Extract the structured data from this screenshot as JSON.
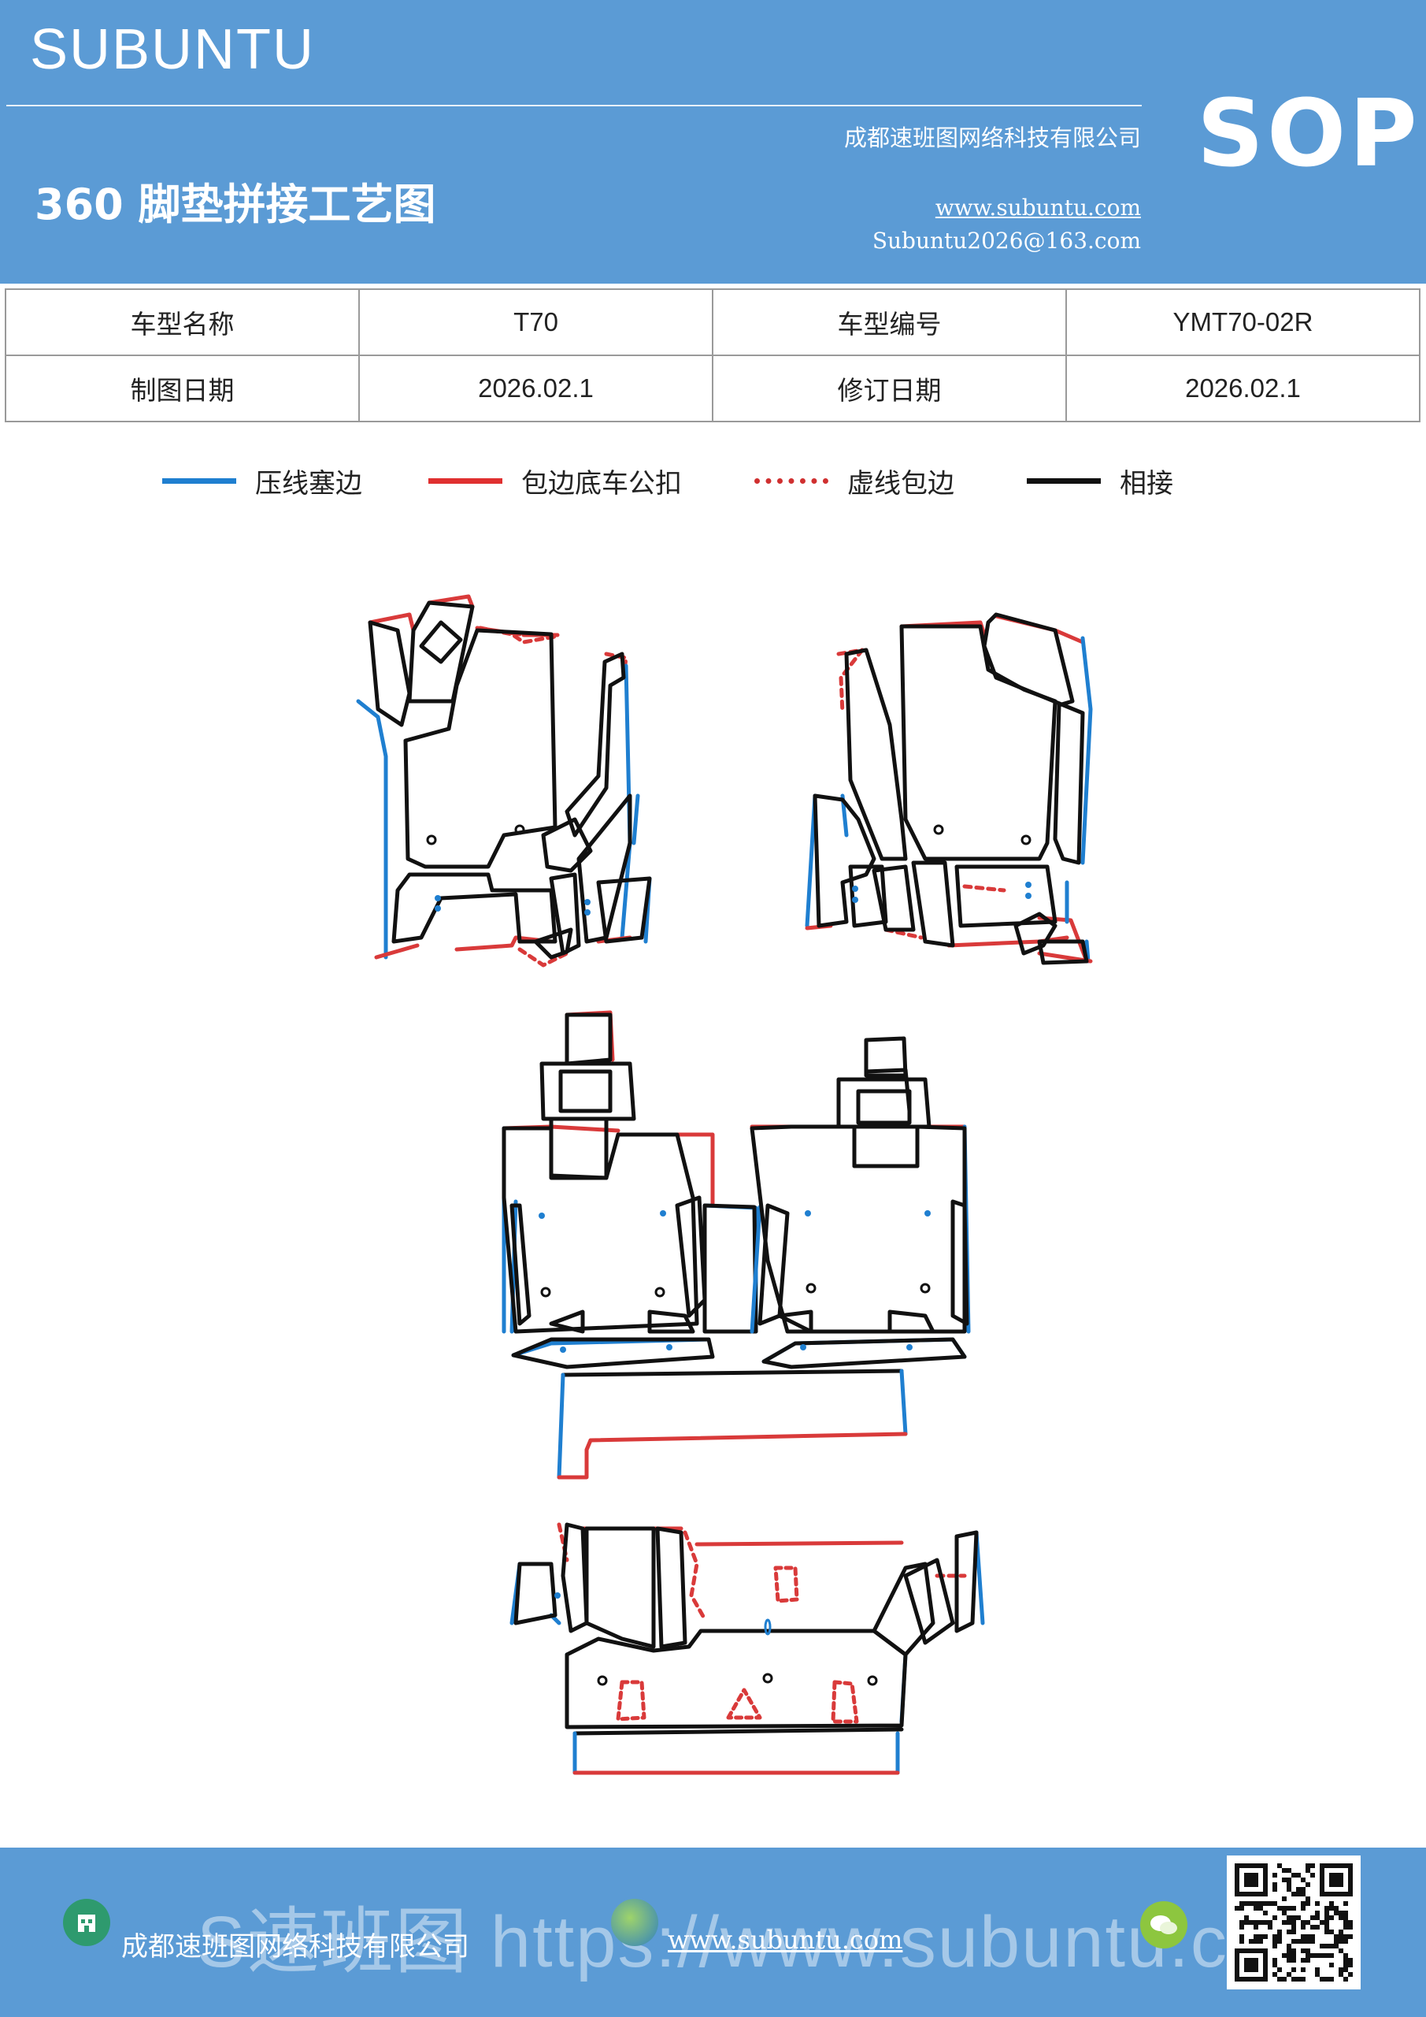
{
  "header": {
    "brand": "SUBUNTU",
    "badge": "SOP",
    "title": "360 脚垫拼接工艺图",
    "company": "成都速班图网络科技有限公司",
    "website": "www.subuntu.com",
    "email": "Subuntu2026@163.com"
  },
  "info_table": {
    "row1": {
      "label1": "车型名称",
      "value1": "T70",
      "label2": "车型编号",
      "value2": "YMT70-02R"
    },
    "row2": {
      "label1": "制图日期",
      "value1": "2026.02.1",
      "label2": "修订日期",
      "value2": "2026.02.1"
    }
  },
  "legend": [
    {
      "label": "压线塞边",
      "color": "#1f7fd0",
      "style": "solid"
    },
    {
      "label": "包边底车公扣",
      "color": "#e03030",
      "style": "solid"
    },
    {
      "label": "虚线包边",
      "color": "#d03030",
      "style": "dotted"
    },
    {
      "label": "相接",
      "color": "#111111",
      "style": "solid"
    }
  ],
  "colors": {
    "blue_band": "#5b9bd5",
    "blue_line": "#1f7fd0",
    "red_line": "#d93a3a",
    "black_line": "#111111"
  },
  "footer": {
    "company": "成都速班图网络科技有限公司",
    "website": "www.subuntu.com",
    "watermark": "S速班图 https://www.subuntu.com",
    "icons": [
      "building-icon",
      "globe-icon",
      "wechat-icon"
    ]
  }
}
